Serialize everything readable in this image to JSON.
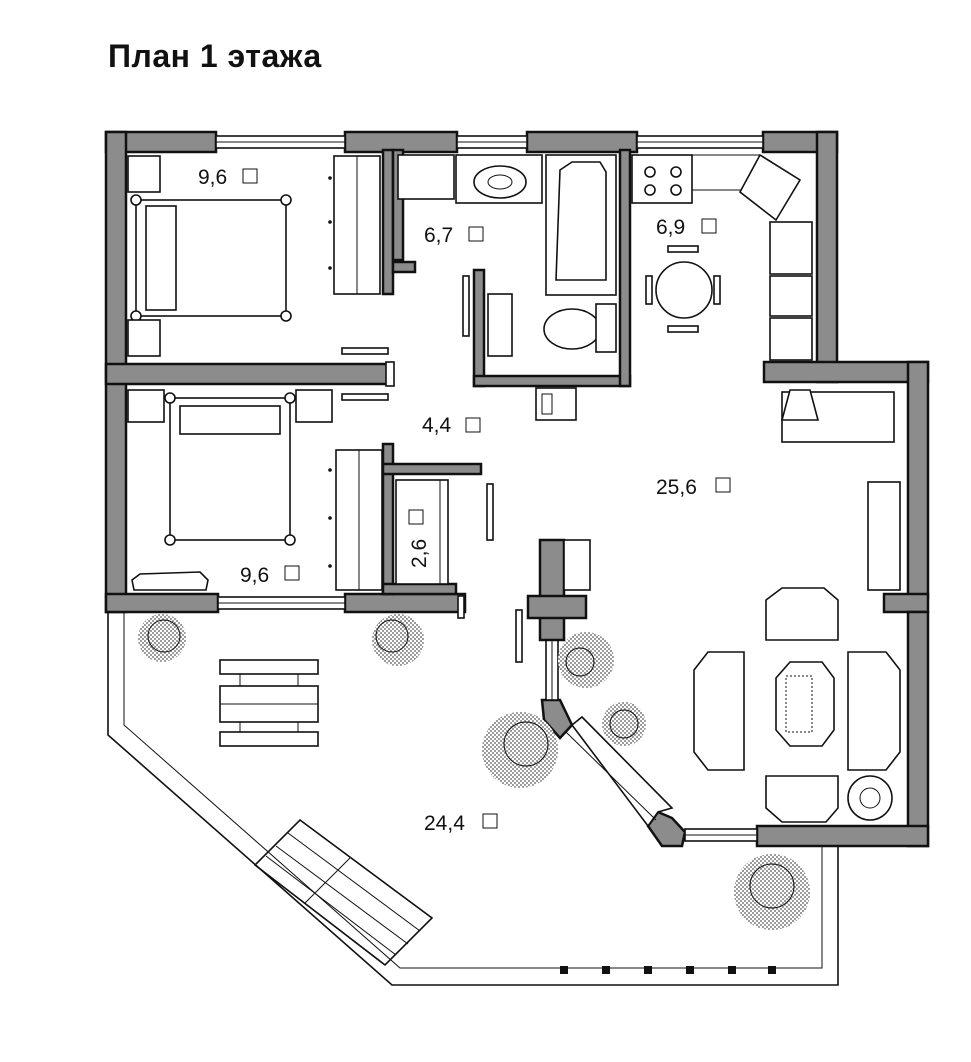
{
  "title": "План 1 этажа",
  "rooms": [
    {
      "id": "bedroom-top",
      "area": "9,6"
    },
    {
      "id": "bathroom",
      "area": "6,7"
    },
    {
      "id": "kitchen",
      "area": "6,9"
    },
    {
      "id": "hall",
      "area": "4,4"
    },
    {
      "id": "bedroom-bottom",
      "area": "9,6"
    },
    {
      "id": "storage",
      "area": "2,6"
    },
    {
      "id": "living",
      "area": "25,6"
    },
    {
      "id": "terrace",
      "area": "24,4"
    }
  ],
  "colors": {
    "wall": "#8c8c8c",
    "outline": "#111111",
    "background": "#ffffff"
  }
}
